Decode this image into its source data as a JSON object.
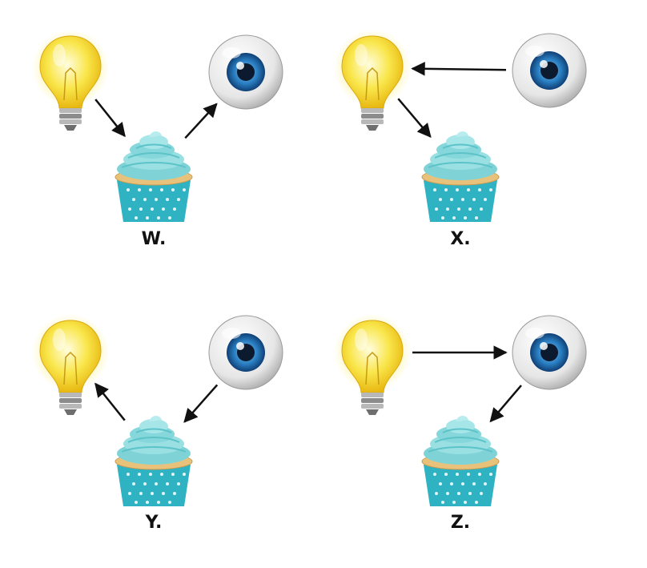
{
  "colors": {
    "bulb_glass": "#f7e03a",
    "bulb_glow": "#fff6a8",
    "bulb_base": "#9a9a9a",
    "iris": "#1f6fb0",
    "iris_light": "#5aaee8",
    "frosting": "#8fd9dc",
    "frosting_shade": "#5cc3c8",
    "cake": "#e8c27a",
    "wrapper": "#2fb3c3",
    "arrow": "#111111"
  },
  "icons": [
    "light-bulb-icon",
    "eye-icon",
    "cupcake-icon"
  ],
  "panels": [
    {
      "id": "w",
      "label": "W.",
      "arrows": [
        {
          "from": "light-bulb",
          "to": "cupcake"
        },
        {
          "from": "cupcake",
          "to": "eye"
        }
      ]
    },
    {
      "id": "x",
      "label": "X.",
      "arrows": [
        {
          "from": "eye",
          "to": "light-bulb"
        },
        {
          "from": "light-bulb",
          "to": "cupcake"
        }
      ]
    },
    {
      "id": "y",
      "label": "Y.",
      "arrows": [
        {
          "from": "eye",
          "to": "cupcake"
        },
        {
          "from": "cupcake",
          "to": "light-bulb"
        }
      ]
    },
    {
      "id": "z",
      "label": "Z.",
      "arrows": [
        {
          "from": "light-bulb",
          "to": "eye"
        },
        {
          "from": "eye",
          "to": "cupcake"
        }
      ]
    }
  ]
}
